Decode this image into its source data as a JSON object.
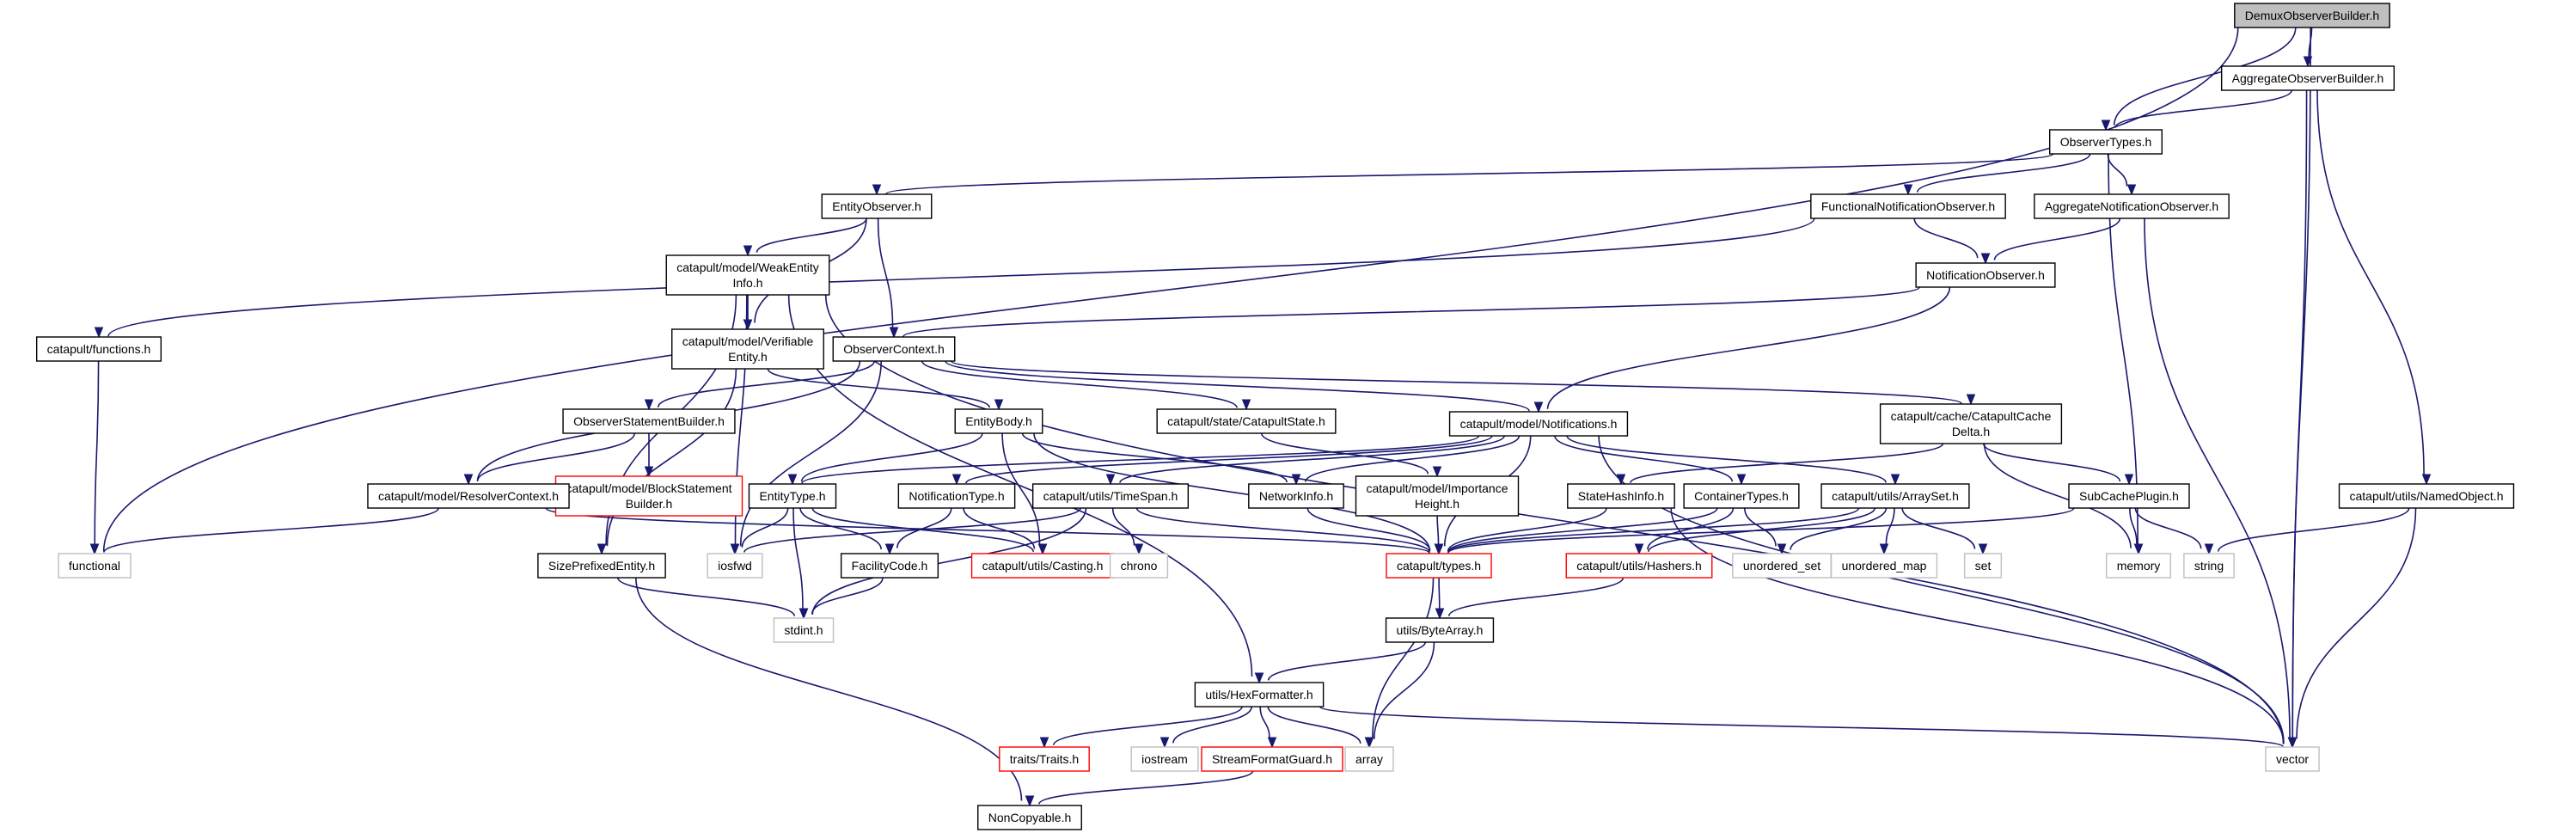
{
  "colors": {
    "edge": "#191970",
    "node_border": "#000000",
    "node_fill": "#ffffff",
    "root_fill": "#bfbfbf",
    "truncated_border": "#ff0000",
    "system_border": "#bfbfbf",
    "system_text": "#7f7f7f",
    "text": "#000000"
  },
  "nodes": [
    {
      "id": "demux",
      "lines": [
        "DemuxObserverBuilder.h"
      ],
      "kind": "root"
    },
    {
      "id": "aggobs",
      "lines": [
        "AggregateObserverBuilder.h"
      ],
      "kind": "normal"
    },
    {
      "id": "obstypes",
      "lines": [
        "ObserverTypes.h"
      ],
      "kind": "normal"
    },
    {
      "id": "entobs",
      "lines": [
        "EntityObserver.h"
      ],
      "kind": "normal"
    },
    {
      "id": "funcnotif",
      "lines": [
        "FunctionalNotificationObserver.h"
      ],
      "kind": "normal"
    },
    {
      "id": "aggnotif",
      "lines": [
        "AggregateNotificationObserver.h"
      ],
      "kind": "normal"
    },
    {
      "id": "weakentity",
      "lines": [
        "catapult/model/WeakEntity",
        "Info.h"
      ],
      "kind": "normal"
    },
    {
      "id": "notifobs",
      "lines": [
        "NotificationObserver.h"
      ],
      "kind": "normal"
    },
    {
      "id": "functions",
      "lines": [
        "catapult/functions.h"
      ],
      "kind": "normal"
    },
    {
      "id": "verifiable",
      "lines": [
        "catapult/model/Verifiable",
        "Entity.h"
      ],
      "kind": "normal"
    },
    {
      "id": "obsctx",
      "lines": [
        "ObserverContext.h"
      ],
      "kind": "normal"
    },
    {
      "id": "notifications",
      "lines": [
        "catapult/model/Notifications.h"
      ],
      "kind": "normal"
    },
    {
      "id": "cachedelta",
      "lines": [
        "catapult/cache/CatapultCache",
        "Delta.h"
      ],
      "kind": "normal"
    },
    {
      "id": "stmtbuilder",
      "lines": [
        "ObserverStatementBuilder.h"
      ],
      "kind": "normal"
    },
    {
      "id": "entitybody",
      "lines": [
        "EntityBody.h"
      ],
      "kind": "normal"
    },
    {
      "id": "catstate",
      "lines": [
        "catapult/state/CatapultState.h"
      ],
      "kind": "normal"
    },
    {
      "id": "blockstmt",
      "lines": [
        "catapult/model/BlockStatement",
        "Builder.h"
      ],
      "kind": "truncated"
    },
    {
      "id": "resolverctx",
      "lines": [
        "catapult/model/ResolverContext.h"
      ],
      "kind": "normal"
    },
    {
      "id": "entitytype",
      "lines": [
        "EntityType.h"
      ],
      "kind": "normal"
    },
    {
      "id": "notiftype",
      "lines": [
        "NotificationType.h"
      ],
      "kind": "normal"
    },
    {
      "id": "timespan",
      "lines": [
        "catapult/utils/TimeSpan.h"
      ],
      "kind": "normal"
    },
    {
      "id": "networkinfo",
      "lines": [
        "NetworkInfo.h"
      ],
      "kind": "normal"
    },
    {
      "id": "importance",
      "lines": [
        "catapult/model/Importance",
        "Height.h"
      ],
      "kind": "normal"
    },
    {
      "id": "statehash",
      "lines": [
        "StateHashInfo.h"
      ],
      "kind": "normal"
    },
    {
      "id": "containertypes",
      "lines": [
        "ContainerTypes.h"
      ],
      "kind": "normal"
    },
    {
      "id": "arrayset",
      "lines": [
        "catapult/utils/ArraySet.h"
      ],
      "kind": "normal"
    },
    {
      "id": "subcache",
      "lines": [
        "SubCachePlugin.h"
      ],
      "kind": "normal"
    },
    {
      "id": "namedobj",
      "lines": [
        "catapult/utils/NamedObject.h"
      ],
      "kind": "normal"
    },
    {
      "id": "functional",
      "lines": [
        "functional"
      ],
      "kind": "system"
    },
    {
      "id": "sizeprefixed",
      "lines": [
        "SizePrefixedEntity.h"
      ],
      "kind": "normal"
    },
    {
      "id": "iosfwd",
      "lines": [
        "iosfwd"
      ],
      "kind": "system"
    },
    {
      "id": "facilitycode",
      "lines": [
        "FacilityCode.h"
      ],
      "kind": "normal"
    },
    {
      "id": "casting",
      "lines": [
        "catapult/utils/Casting.h"
      ],
      "kind": "truncated"
    },
    {
      "id": "chrono",
      "lines": [
        "chrono"
      ],
      "kind": "system"
    },
    {
      "id": "types",
      "lines": [
        "catapult/types.h"
      ],
      "kind": "truncated"
    },
    {
      "id": "hashers",
      "lines": [
        "catapult/utils/Hashers.h"
      ],
      "kind": "truncated"
    },
    {
      "id": "unordered_set",
      "lines": [
        "unordered_set"
      ],
      "kind": "system"
    },
    {
      "id": "unordered_map",
      "lines": [
        "unordered_map"
      ],
      "kind": "system"
    },
    {
      "id": "set",
      "lines": [
        "set"
      ],
      "kind": "system"
    },
    {
      "id": "memory",
      "lines": [
        "memory"
      ],
      "kind": "system"
    },
    {
      "id": "string",
      "lines": [
        "string"
      ],
      "kind": "system"
    },
    {
      "id": "stdint",
      "lines": [
        "stdint.h"
      ],
      "kind": "system"
    },
    {
      "id": "bytearray",
      "lines": [
        "utils/ByteArray.h"
      ],
      "kind": "normal"
    },
    {
      "id": "hexformatter",
      "lines": [
        "utils/HexFormatter.h"
      ],
      "kind": "normal"
    },
    {
      "id": "traits",
      "lines": [
        "traits/Traits.h"
      ],
      "kind": "truncated"
    },
    {
      "id": "iostream",
      "lines": [
        "iostream"
      ],
      "kind": "system"
    },
    {
      "id": "streamguard",
      "lines": [
        "StreamFormatGuard.h"
      ],
      "kind": "truncated"
    },
    {
      "id": "array",
      "lines": [
        "array"
      ],
      "kind": "system"
    },
    {
      "id": "vector",
      "lines": [
        "vector"
      ],
      "kind": "system"
    },
    {
      "id": "noncopyable",
      "lines": [
        "NonCopyable.h"
      ],
      "kind": "normal"
    }
  ],
  "edges": [
    {
      "from": "demux",
      "to": "aggobs"
    },
    {
      "from": "demux",
      "to": "obstypes"
    },
    {
      "from": "demux",
      "to": "functional"
    },
    {
      "from": "demux",
      "to": "vector"
    },
    {
      "from": "aggobs",
      "to": "obstypes"
    },
    {
      "from": "aggobs",
      "to": "namedobj"
    },
    {
      "from": "aggobs",
      "to": "vector"
    },
    {
      "from": "obstypes",
      "to": "entobs"
    },
    {
      "from": "obstypes",
      "to": "funcnotif"
    },
    {
      "from": "obstypes",
      "to": "aggnotif"
    },
    {
      "from": "obstypes",
      "to": "memory"
    },
    {
      "from": "entobs",
      "to": "weakentity"
    },
    {
      "from": "entobs",
      "to": "verifiable"
    },
    {
      "from": "entobs",
      "to": "obsctx"
    },
    {
      "from": "funcnotif",
      "to": "notifobs"
    },
    {
      "from": "funcnotif",
      "to": "functions"
    },
    {
      "from": "aggnotif",
      "to": "notifobs"
    },
    {
      "from": "aggnotif",
      "to": "vector"
    },
    {
      "from": "weakentity",
      "to": "verifiable"
    },
    {
      "from": "weakentity",
      "to": "hexformatter"
    },
    {
      "from": "weakentity",
      "to": "iosfwd"
    },
    {
      "from": "weakentity",
      "to": "vector"
    },
    {
      "from": "weakentity",
      "to": "sizeprefixed"
    },
    {
      "from": "notifobs",
      "to": "obsctx"
    },
    {
      "from": "notifobs",
      "to": "notifications"
    },
    {
      "from": "functions",
      "to": "functional"
    },
    {
      "from": "verifiable",
      "to": "entitybody"
    },
    {
      "from": "verifiable",
      "to": "sizeprefixed"
    },
    {
      "from": "obsctx",
      "to": "stmtbuilder"
    },
    {
      "from": "obsctx",
      "to": "resolverctx"
    },
    {
      "from": "obsctx",
      "to": "catstate"
    },
    {
      "from": "obsctx",
      "to": "cachedelta"
    },
    {
      "from": "obsctx",
      "to": "iosfwd"
    },
    {
      "from": "obsctx",
      "to": "notifications"
    },
    {
      "from": "notifications",
      "to": "entitytype"
    },
    {
      "from": "notifications",
      "to": "notiftype"
    },
    {
      "from": "notifications",
      "to": "timespan"
    },
    {
      "from": "notifications",
      "to": "networkinfo"
    },
    {
      "from": "notifications",
      "to": "containertypes"
    },
    {
      "from": "notifications",
      "to": "arrayset"
    },
    {
      "from": "notifications",
      "to": "types"
    },
    {
      "from": "notifications",
      "to": "vector"
    },
    {
      "from": "cachedelta",
      "to": "statehash"
    },
    {
      "from": "cachedelta",
      "to": "subcache"
    },
    {
      "from": "cachedelta",
      "to": "memory"
    },
    {
      "from": "stmtbuilder",
      "to": "blockstmt"
    },
    {
      "from": "stmtbuilder",
      "to": "resolverctx"
    },
    {
      "from": "entitybody",
      "to": "entitytype"
    },
    {
      "from": "entitybody",
      "to": "networkinfo"
    },
    {
      "from": "entitybody",
      "to": "casting"
    },
    {
      "from": "entitybody",
      "to": "types"
    },
    {
      "from": "catstate",
      "to": "importance"
    },
    {
      "from": "resolverctx",
      "to": "functional"
    },
    {
      "from": "resolverctx",
      "to": "types"
    },
    {
      "from": "entitytype",
      "to": "facilitycode"
    },
    {
      "from": "entitytype",
      "to": "casting"
    },
    {
      "from": "entitytype",
      "to": "iosfwd"
    },
    {
      "from": "entitytype",
      "to": "stdint"
    },
    {
      "from": "notiftype",
      "to": "facilitycode"
    },
    {
      "from": "notiftype",
      "to": "casting"
    },
    {
      "from": "timespan",
      "to": "types"
    },
    {
      "from": "timespan",
      "to": "chrono"
    },
    {
      "from": "timespan",
      "to": "stdint"
    },
    {
      "from": "timespan",
      "to": "iosfwd"
    },
    {
      "from": "networkinfo",
      "to": "types"
    },
    {
      "from": "importance",
      "to": "types"
    },
    {
      "from": "statehash",
      "to": "types"
    },
    {
      "from": "statehash",
      "to": "vector"
    },
    {
      "from": "containertypes",
      "to": "hashers"
    },
    {
      "from": "containertypes",
      "to": "types"
    },
    {
      "from": "containertypes",
      "to": "unordered_set"
    },
    {
      "from": "arrayset",
      "to": "hashers"
    },
    {
      "from": "arrayset",
      "to": "types"
    },
    {
      "from": "arrayset",
      "to": "unordered_set"
    },
    {
      "from": "arrayset",
      "to": "unordered_map"
    },
    {
      "from": "arrayset",
      "to": "set"
    },
    {
      "from": "subcache",
      "to": "types"
    },
    {
      "from": "subcache",
      "to": "memory"
    },
    {
      "from": "subcache",
      "to": "string"
    },
    {
      "from": "namedobj",
      "to": "string"
    },
    {
      "from": "namedobj",
      "to": "vector"
    },
    {
      "from": "sizeprefixed",
      "to": "stdint"
    },
    {
      "from": "sizeprefixed",
      "to": "noncopyable"
    },
    {
      "from": "facilitycode",
      "to": "stdint"
    },
    {
      "from": "types",
      "to": "bytearray"
    },
    {
      "from": "types",
      "to": "array"
    },
    {
      "from": "hashers",
      "to": "bytearray"
    },
    {
      "from": "bytearray",
      "to": "hexformatter"
    },
    {
      "from": "bytearray",
      "to": "array"
    },
    {
      "from": "hexformatter",
      "to": "traits"
    },
    {
      "from": "hexformatter",
      "to": "iostream"
    },
    {
      "from": "hexformatter",
      "to": "streamguard"
    },
    {
      "from": "hexformatter",
      "to": "array"
    },
    {
      "from": "hexformatter",
      "to": "vector"
    },
    {
      "from": "streamguard",
      "to": "noncopyable"
    }
  ]
}
